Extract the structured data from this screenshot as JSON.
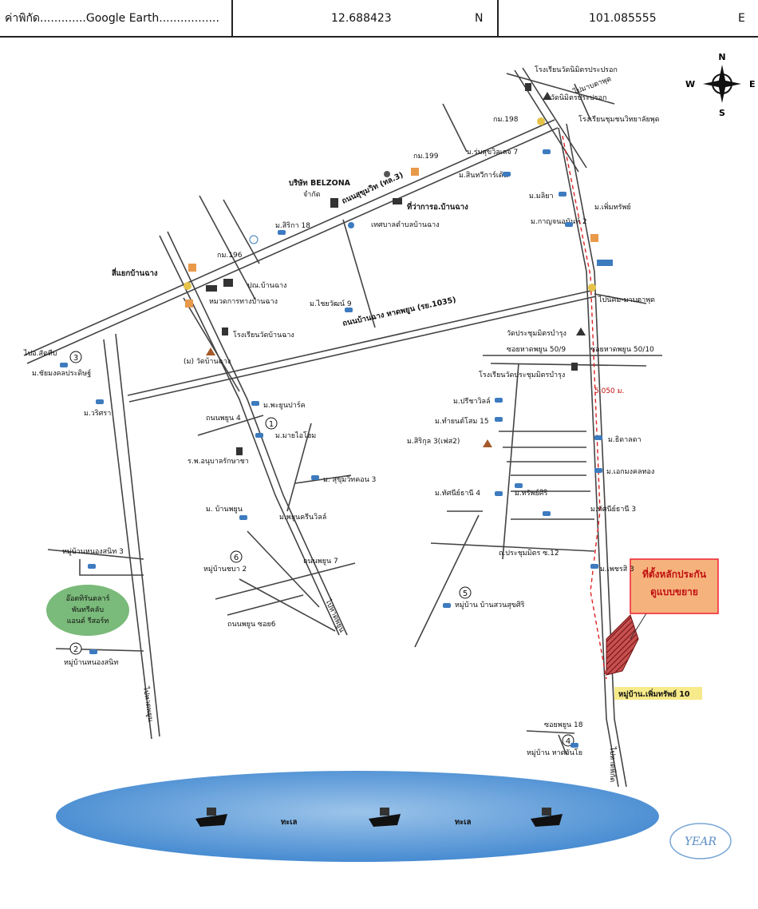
{
  "header": {
    "label": "ค่าพิกัด.............Google Earth.................",
    "lat": "12.688423",
    "lat_dir": "N",
    "lon": "101.085555",
    "lon_dir": "E"
  },
  "compass": {
    "n": "N",
    "s": "S",
    "e": "E",
    "w": "W"
  },
  "roads": {
    "sukhumvit": "ถนนสุขุมวิท (ทล.3)",
    "banchang_rayong": "ถนนบ้านฉาง หาดพยูน (รย.1035)",
    "to_sattahip": "ไปอ.สัตหีบ",
    "to_map_ta_phut": "ไปมาบตาพุด",
    "to_map_ta_phut2": "ไปนิคม-มาบตาพุด",
    "to_phayun": "ไปหาดพยูน",
    "to_phayun2": "ไปหาดพยูน",
    "to_beach": "ไปหาดพิกัด",
    "soi_phayun4": "ถนนพยูน 4",
    "soi_phayun7": "ถนนพยูน 7",
    "soi_phayun6": "ถนนพยูน ซอย6",
    "soi18": "ซอยพยูน 18",
    "soi_5010": "ซอยหาดพยูน 50/10",
    "soi_509": "ซอยหาดพยูน 50/9",
    "prachumit12": "ถ.ประชุมมิตร ซ.12",
    "km196": "กม.196",
    "km198": "กม.198",
    "km199": "กม.199",
    "distance": "5,050 ม."
  },
  "places": {
    "school_top": "โรงเรียนวัดนิมิตรประปรอก",
    "temple_top": "วัดนิมิตรประปรอก",
    "school_top2": "โรงเรียนชุมชนวิทยาลัยพุด",
    "m_romsuk7": "ม.ร่มสุขวิลเลจ 7",
    "m_sinprawat": "ม.สินทวีการ์เด้น",
    "belzona": "บริษัท BELZONA",
    "belzona2": "จำกัด",
    "tambon_office": "ที่ว่าการอ.บ้านฉาง",
    "municipality": "เทศบาลตำบลบ้านฉาง",
    "m_sirika18": "ม.สิริกา 18",
    "m_mali": "ม.มลิยา",
    "m_permsap": "ม.เพิ่มทรัพย์",
    "m_kanlaya2": "ม.กาญจนอนันท์ 2",
    "intersection_banchang": "สี่แยกบ้านฉาง",
    "post_office": "ปณ.บ้านฉาง",
    "land_dept": "หมวดการทางบ้านฉาง",
    "m_chaiwat9": "ม.ไชยวัฒน์ 9",
    "school_banchang": "โรงเรียนวัดบ้านฉาง",
    "temple_banchang": "(ม) วัดบ้านฉาง",
    "m_chaimongkol": "ม.ชัยมงคลประดิษฐ์",
    "m_charika": "ม.วริศรา",
    "temple_prachum": "วัดประชุมมิตรบำรุง",
    "school_prachum": "โรงเรียนวัดประชุมมิตรบำรุง",
    "m_prichavill": "ม.ปรีชาวิลล์",
    "m_khunsom15": "ม.ทำยนต์โสม 15",
    "m_sirikul3": "ม.สิริกุล 3(เฟส2)",
    "m_sirada": "ม.ธิดาลดา",
    "m_ekkamongkol": "ม.เอกมงคลทอง",
    "m_phayunpark": "ม.พะยูนปาร์ค",
    "m_mayai": "ม.มายไอโฮม",
    "hospital": "ร.พ.อนุบาลรักษาชา",
    "m_sukhumvit3": "ม. สุขุมวิทคอน 3",
    "m_banphayun": "ม. บ้านพยูน",
    "m_phayunville": "ม.พยูนครีนวิลล์",
    "m_thanisiri4": "ม.ทัศนีย์ธานี 4",
    "m_thanisiri_s": "ม.ทรัพย์ศิริ",
    "m_thanisiri3": "ม.ทัศนีย์ธานี 3",
    "m_phetchara3": "ม.เพชรสิ 3",
    "v3": "หมู่บ้านหนองสนิท 3",
    "resort1": "อ๊อตทิรันตลาร์",
    "resort2": "พันทรีคลับ",
    "resort3": "แอนด์ รีสอร์ท",
    "v2": "หมู่บ้านหนองสนิท",
    "v6": "หมู่บ้านชบา 2",
    "v5": "หมู่บ้าน บ้านสวนสุขศิริ",
    "v4": "หมู่บ้าน หาดจันโย",
    "v10": "หมู่บ้าน.เพิ่มทรัพย์ 10",
    "target1": "ที่ตั้งหลักประกัน",
    "target2": "ดูแบบขยาย"
  },
  "markers": [
    "1",
    "2",
    "3",
    "4",
    "5",
    "6"
  ],
  "sea": {
    "label1": "ทะเล",
    "label2": "ทะเล"
  },
  "logo": "YEAR"
}
